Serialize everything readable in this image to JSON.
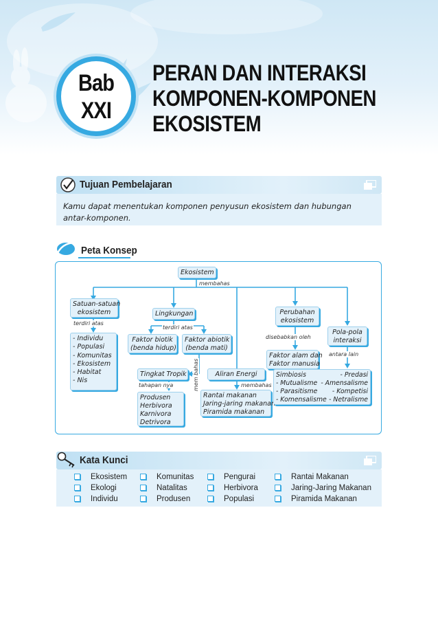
{
  "header": {
    "bab_word": "Bab",
    "bab_number": "XXI",
    "title_lines": [
      "PERAN DAN INTERAKSI",
      "KOMPONEN-KOMPONEN",
      "EKOSISTEM"
    ]
  },
  "tujuan": {
    "heading": "Tujuan Pembelajaran",
    "text": "Kamu dapat menentukan komponen penyusun ekosistem dan hubungan antar-komponen."
  },
  "peta": {
    "heading": "Peta Konsep",
    "nodes": {
      "ekosistem": "Ekosistem",
      "satuan": [
        "Satuan-satuan",
        "ekosistem"
      ],
      "lingkungan": "Lingkungan",
      "perubahan": [
        "Perubahan",
        "ekosistem"
      ],
      "pola": [
        "Pola-pola",
        "interaksi"
      ],
      "satuan_list": [
        "- Individu",
        "- Populasi",
        "- Komunitas",
        "- Ekosistem",
        "- Habitat",
        "- Nis"
      ],
      "biotik": [
        "Faktor biotik",
        "(benda hidup)"
      ],
      "abiotik": [
        "Faktor abiotik",
        "(benda mati)"
      ],
      "faktor_alam": [
        "Faktor alam dan",
        "Faktor manusia"
      ],
      "tingkat": "Tingkat Tropik",
      "aliran": "Aliran Energi",
      "tropik_list": [
        "Produsen",
        "Herbivora",
        "Karnivora",
        "Detrivora"
      ],
      "rantai_list": [
        "Rantai makanan",
        "Jaring-jaring makanan",
        "Piramida makanan"
      ],
      "interaksi_rows": [
        [
          "Simbiosis",
          "- Predasi"
        ],
        [
          "- Mutualisme",
          "- Amensalisme"
        ],
        [
          "- Parasitisme",
          "- Kompetisi"
        ],
        [
          "- Komensalisme",
          "- Netralisme"
        ]
      ]
    },
    "labels": {
      "membahas_top": "membahas",
      "terdiri_atas_1": "terdiri atas",
      "terdiri_atas_2": "terdiri atas",
      "disebabkan_oleh": "disebabkan oleh",
      "antara_lain": "antara lain",
      "tahapan_nya": "tahapan nya",
      "mem_bahas": "mem bahas",
      "membahas_aliran": "membahas"
    }
  },
  "kata_kunci": {
    "heading": "Kata Kunci",
    "columns": [
      [
        "Ekosistem",
        "Ekologi",
        "Individu"
      ],
      [
        "Komunitas",
        "Natalitas",
        "Produsen"
      ],
      [
        "Pengurai",
        "Herbivora",
        "Populasi"
      ],
      [
        "Rantai Makanan",
        "Jaring-Jaring Makanan",
        "Piramida Makanan"
      ]
    ]
  },
  "colors": {
    "accent": "#36a9e1",
    "light_panel": "#e3f1fa"
  }
}
